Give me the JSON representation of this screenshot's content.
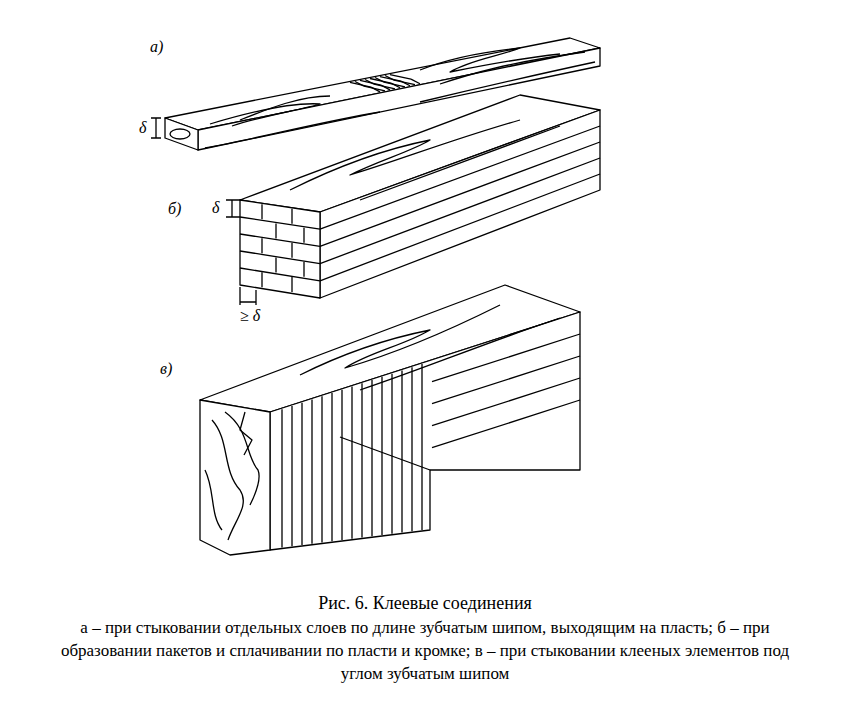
{
  "diagram": {
    "caption": "Рис. 6. Клеевые соединения",
    "labels": [
      "а)",
      "δ",
      "б)",
      "δ",
      "≥ δ",
      "в)",
      "а – при стыковании отдельных слоев по длине зубчатым шипом, выходящим на пласть; б – при образовании пакетов и сплачивании по пласти и кромке; в – при стыковании клееных элементов под углом зубчатым шипом"
    ]
  }
}
